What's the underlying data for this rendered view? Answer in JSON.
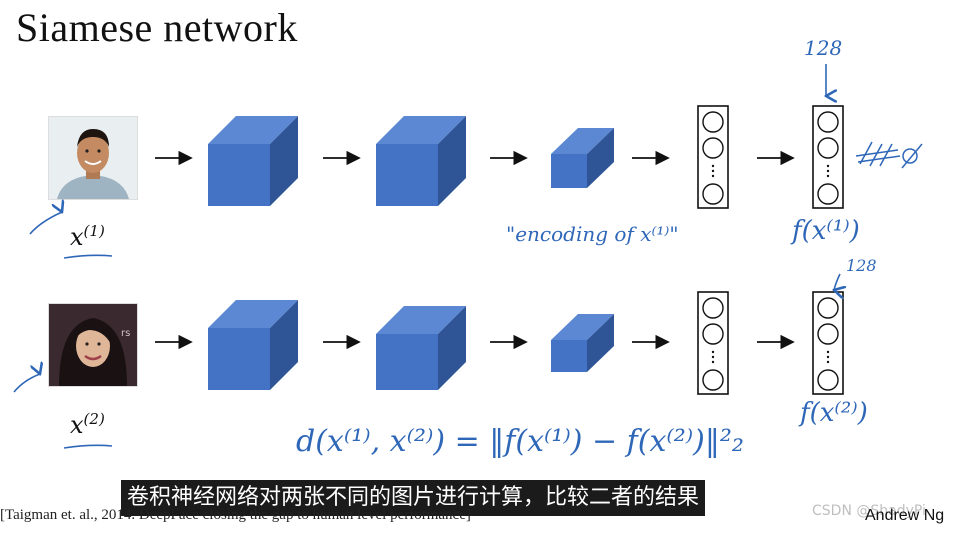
{
  "title": "Siamese network",
  "input1_label": "x",
  "input1_superscript": "(1)",
  "input2_label": "x",
  "input2_superscript": "(2)",
  "notes": {
    "dim_top": "128",
    "dim_bottom": "128",
    "encoding_label": "\"encoding of x⁽¹⁾\"",
    "f1_label": "f(x⁽¹⁾)",
    "f2_label": "f(x⁽²⁾)",
    "formula": "d(x⁽¹⁾, x⁽²⁾) = ‖f(x⁽¹⁾) − f(x⁽²⁾)‖²₂"
  },
  "subtitle": "卷积神经网络对两张不同的图片进行计算，比较二者的结果",
  "reference": "[Taigman et. al., 2014. DeepFace closing the gap to human level performance]",
  "watermark": "CSDN @ShadyPi",
  "author": "Andrew Ng",
  "colors": {
    "cube_front": "#4472c4",
    "cube_top": "#5b87d3",
    "cube_side": "#2f5597",
    "annotation": "#2f67b8"
  }
}
